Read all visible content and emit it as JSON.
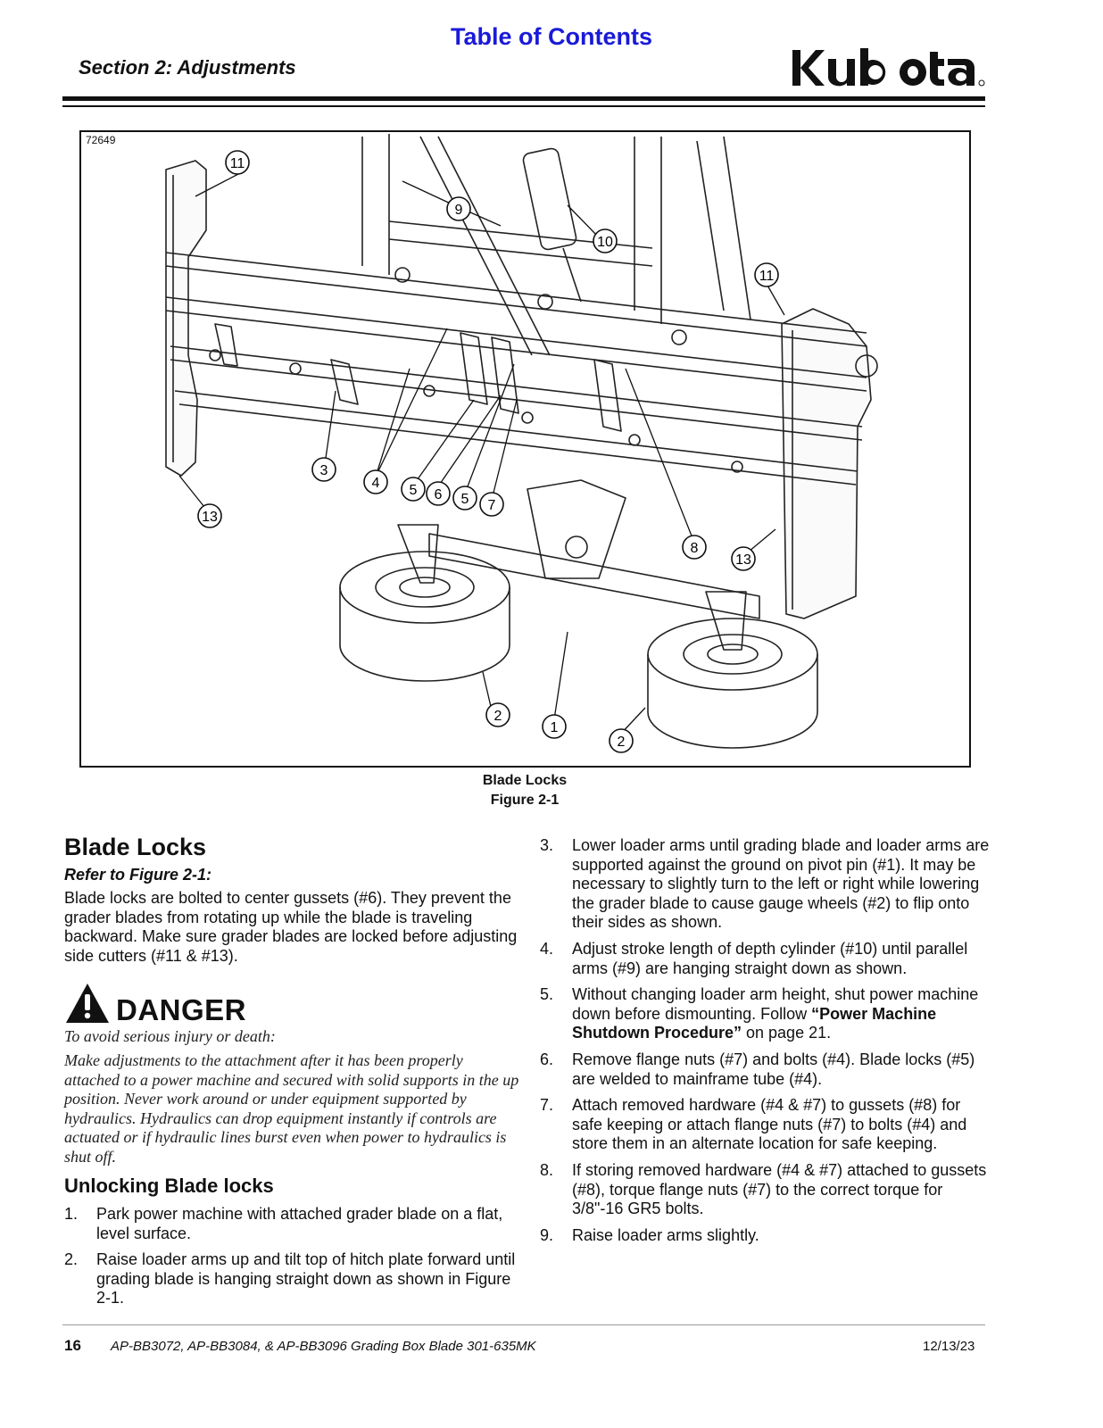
{
  "header": {
    "toc_link": "Table of Contents",
    "section_title": "Section 2: Adjustments",
    "logo_text": "Kubota"
  },
  "figure": {
    "id": "72649",
    "callouts": [
      "1",
      "2",
      "2",
      "3",
      "4",
      "5",
      "6",
      "5",
      "7",
      "8",
      "9",
      "10",
      "11",
      "11",
      "13",
      "13"
    ],
    "caption_title": "Blade Locks",
    "caption_number": "Figure 2-1"
  },
  "body": {
    "heading": "Blade Locks",
    "refer": "Refer to Figure 2-1:",
    "intro": "Blade locks are bolted to center gussets (#6). They prevent the grader blades from rotating up while the blade is traveling backward. Make sure grader blades are locked before adjusting side cutters (#11 & #13).",
    "danger": {
      "label": "DANGER",
      "lead": "To avoid serious injury or death:",
      "text": "Make adjustments to the attachment after it has been properly attached to a power machine and secured with solid supports in the up position. Never work around or under equipment supported by hydraulics. Hydraulics can drop equipment instantly if controls are actuated or if hydraulic lines burst even when power to hydraulics is shut off."
    },
    "subheading": "Unlocking Blade locks",
    "steps": [
      {
        "num": "1.",
        "text": "Park power machine with attached grader blade on a flat, level surface."
      },
      {
        "num": "2.",
        "text": "Raise loader arms up and tilt top of hitch plate forward until grading blade is hanging straight down as shown in Figure 2-1."
      },
      {
        "num": "3.",
        "text": "Lower loader arms until grading blade and loader arms are supported against the ground on pivot pin (#1). It may be necessary to slightly turn to the left or right while lowering the grader blade to cause gauge wheels (#2) to flip onto their sides as shown."
      },
      {
        "num": "4.",
        "text": "Adjust stroke length of depth cylinder (#10) until parallel arms (#9) are hanging straight down as shown."
      },
      {
        "num": "5.",
        "text_a": "Without changing loader arm height, shut power machine down before dismounting. Follow ",
        "text_bold": "“Power Machine Shutdown Procedure”",
        "text_b": " on page 21."
      },
      {
        "num": "6.",
        "text": "Remove flange nuts (#7) and bolts (#4). Blade locks (#5) are welded to mainframe tube (#4)."
      },
      {
        "num": "7.",
        "text": "Attach removed hardware (#4 & #7) to gussets (#8) for safe keeping or attach flange nuts (#7) to bolts (#4) and store them in an alternate location for safe keeping."
      },
      {
        "num": "8.",
        "text": "If storing removed hardware (#4 & #7) attached to gussets (#8), torque flange nuts (#7) to the correct torque for 3/8\"-16 GR5 bolts."
      },
      {
        "num": "9.",
        "text": "Raise loader arms slightly."
      }
    ]
  },
  "footer": {
    "page": "16",
    "title": "AP-BB3072, AP-BB3084, & AP-BB3096 Grading Box Blade 301-635MK",
    "date": "12/13/23"
  }
}
